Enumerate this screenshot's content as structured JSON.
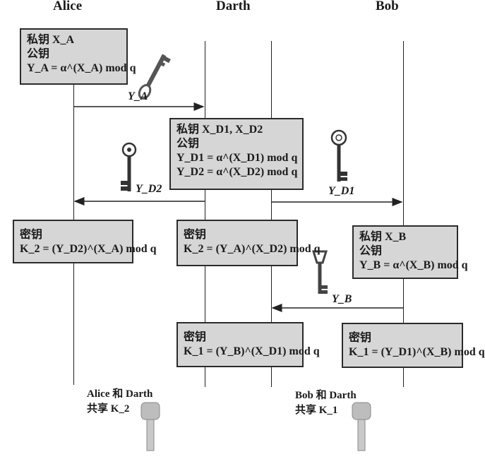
{
  "parties": {
    "alice": "Alice",
    "darth": "Darth",
    "bob": "Bob"
  },
  "boxes": {
    "alice_keys": {
      "private": "私钥 X_A",
      "public_label": "公钥",
      "public_formula": "Y_A = α^(X_A) mod q"
    },
    "darth_keys": {
      "private": "私钥 X_D1, X_D2",
      "public_label": "公钥",
      "formula1": "Y_D1 = α^(X_D1) mod q",
      "formula2": "Y_D2 = α^(X_D2) mod q"
    },
    "bob_keys": {
      "private": "私钥 X_B",
      "public_label": "公钥",
      "public_formula": "Y_B = α^(X_B) mod q"
    },
    "alice_secret": {
      "label": "密钥",
      "formula": "K_2 = (Y_D2)^(X_A) mod q"
    },
    "darth_secret_2": {
      "label": "密钥",
      "formula": "K_2 = (Y_A)^(X_D2) mod q"
    },
    "darth_secret_1": {
      "label": "密钥",
      "formula": "K_1 = (Y_B)^(X_D1) mod q"
    },
    "bob_secret": {
      "label": "密钥",
      "formula": "K_1 = (Y_D1)^(X_B) mod q"
    }
  },
  "messages": {
    "ya": "Y_A",
    "yd2": "Y_D2",
    "yd1": "Y_D1",
    "yb": "Y_B"
  },
  "shared": {
    "alice_darth_line1": "Alice 和 Darth",
    "alice_darth_line2": "共享 K_2",
    "bob_darth_line1": "Bob 和 Darth",
    "bob_darth_line2": "共享 K_1"
  },
  "icons": [
    "skeleton-key-icon",
    "ornate-key-icon",
    "door-key-icon"
  ],
  "colors": {
    "box_fill": "#d6d6d6",
    "line": "#222222",
    "key_gray": "#555555"
  }
}
